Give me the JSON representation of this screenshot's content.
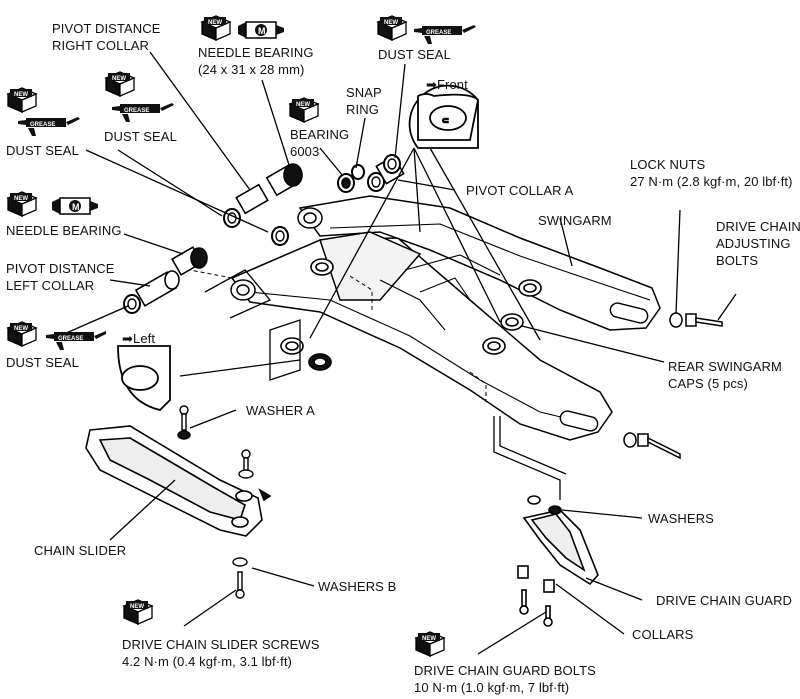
{
  "labels": {
    "pivot_distance_right_collar": [
      "PIVOT DISTANCE",
      "RIGHT COLLAR"
    ],
    "needle_bearing_top": [
      "NEEDLE BEARING",
      "(24 x 31 x 28 mm)"
    ],
    "dust_seal_top_right": "DUST SEAL",
    "dust_seal_left_top": "DUST SEAL",
    "dust_seal_mid": "DUST SEAL",
    "snap_ring": [
      "SNAP",
      "RING"
    ],
    "front": "Front",
    "bearing_6003": [
      "BEARING",
      "6003"
    ],
    "pivot_collar_a": "PIVOT COLLAR A",
    "lock_nuts": [
      "LOCK NUTS",
      "27 N·m (2.8 kgf·m, 20 lbf·ft)"
    ],
    "swingarm": "SWINGARM",
    "drive_chain_adjusting_bolts": [
      "DRIVE CHAIN",
      "ADJUSTING",
      "BOLTS"
    ],
    "needle_bearing_left": "NEEDLE BEARING",
    "pivot_distance_left_collar": [
      "PIVOT DISTANCE",
      "LEFT COLLAR"
    ],
    "dust_seal_bottom_left": "DUST SEAL",
    "left": "Left",
    "rear_swingarm_caps": [
      "REAR SWINGARM",
      "CAPS (5 pcs)"
    ],
    "washer_a": "WASHER A",
    "washers": "WASHERS",
    "chain_slider": "CHAIN SLIDER",
    "washers_b": "WASHERS B",
    "drive_chain_guard": "DRIVE CHAIN GUARD",
    "collars": "COLLARS",
    "drive_chain_slider_screws": [
      "DRIVE CHAIN SLIDER SCREWS",
      "4.2 N·m (0.4 kgf·m, 3.1 lbf·ft)"
    ],
    "drive_chain_guard_bolts": [
      "DRIVE CHAIN GUARD BOLTS",
      "10 N·m (1.0 kgf·m, 7 lbf·ft)"
    ]
  },
  "icons": {
    "new_text": "NEW",
    "grease_text": "GREASE",
    "moly_text": "M"
  }
}
